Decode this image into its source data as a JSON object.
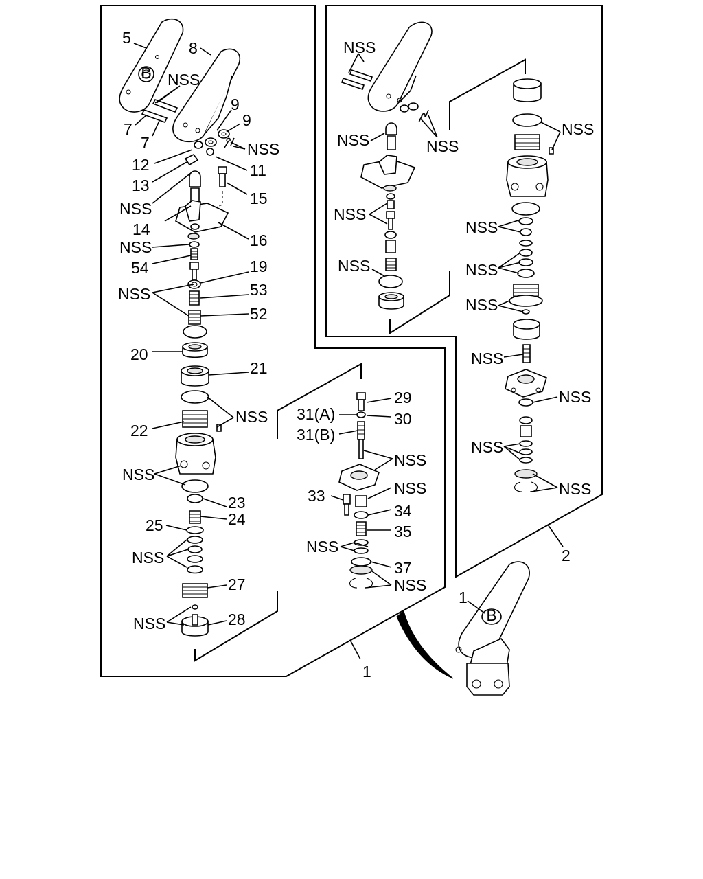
{
  "labels": {
    "l_5": "5",
    "l_8": "8",
    "l_nss_pin": "NSS",
    "l_9a": "9",
    "l_9b": "9",
    "l_7a": "7",
    "l_7b": "7",
    "l_nss_cotter": "NSS",
    "l_12": "12",
    "l_11": "11",
    "l_13": "13",
    "l_15": "15",
    "l_nss_cap": "NSS",
    "l_14": "14",
    "l_16": "16",
    "l_nss_54": "NSS",
    "l_54": "54",
    "l_19": "19",
    "l_nss_spring": "NSS",
    "l_53": "53",
    "l_52": "52",
    "l_20": "20",
    "l_21": "21",
    "l_22": "22",
    "l_nss_ring": "NSS",
    "l_nss_body": "NSS",
    "l_23": "23",
    "l_24": "24",
    "l_25": "25",
    "l_nss_washers": "NSS",
    "l_27": "27",
    "l_nss_28": "NSS",
    "l_28": "28",
    "l_1_left": "1",
    "l_29": "29",
    "l_31a": "31(A)",
    "l_30": "30",
    "l_31b": "31(B)",
    "l_nss_31": "NSS",
    "l_33": "33",
    "l_nss_34": "NSS",
    "l_34": "34",
    "l_35": "35",
    "l_nss_35": "NSS",
    "l_37": "37",
    "l_nss_37": "NSS",
    "r_nss_pin": "NSS",
    "r_nss_cap": "NSS",
    "r_nss_cotter": "NSS",
    "r_nss_seal": "NSS",
    "r_nss_screw": "NSS",
    "r_nss_oring": "NSS",
    "r_nss_a": "NSS",
    "r_nss_b": "NSS",
    "r_nss_c": "NSS",
    "r_nss_d": "NSS",
    "r_nss_e": "NSS",
    "r_nss_f": "NSS",
    "r_nss_g": "NSS",
    "l_2": "2",
    "l_1_assy": "1"
  },
  "emblem_letter": "B",
  "colors": {
    "ink": "#000000",
    "paper": "#ffffff",
    "shade": "#e6e6e6"
  }
}
